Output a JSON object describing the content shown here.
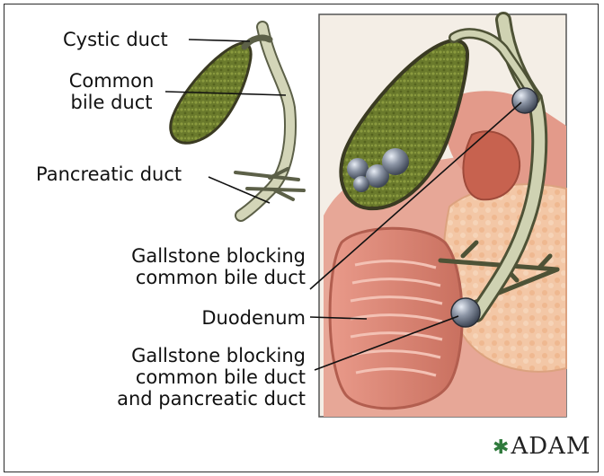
{
  "labels": {
    "cystic_duct": "Cystic duct",
    "common_bile_duct_l1": "Common",
    "common_bile_duct_l2": "bile duct",
    "pancreatic_duct": "Pancreatic duct",
    "gallstone_cbd_l1": "Gallstone blocking",
    "gallstone_cbd_l2": "common bile duct",
    "duodenum": "Duodenum",
    "gallstone_both_l1": "Gallstone blocking",
    "gallstone_both_l2": "common bile duct",
    "gallstone_both_l3": "and pancreatic duct"
  },
  "logo": {
    "text": "ADAM",
    "mark": "✱"
  },
  "colors": {
    "gallbladder": "#6e7a2e",
    "duct": "#c9ccae",
    "duodenum": "#d98b7c",
    "pancreas": "#f2c2a0",
    "stone": "#7e8797"
  }
}
